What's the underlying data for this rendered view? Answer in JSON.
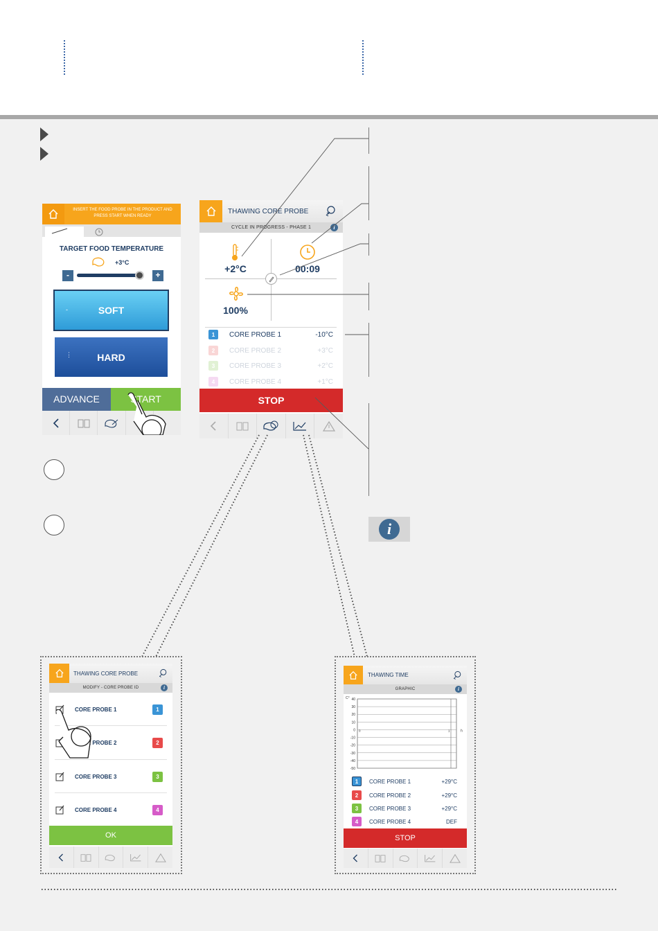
{
  "colors": {
    "orange": "#f7a51c",
    "blue_dark": "#1f3d63",
    "stop_red": "#d42a2a",
    "start_green": "#7cc242",
    "advance_blue": "#4f6d99",
    "probe1": "#3a94d6",
    "probe2": "#e84a4a",
    "probe3": "#7cc242",
    "probe4": "#d65bc8"
  },
  "screen_a": {
    "banner": "INSERT THE FOOD PROBE IN THE PRODUCT AND PRESS START WHEN READY",
    "target_title": "TARGET  FOOD TEMPERATURE",
    "target_value": "+3°C",
    "minus": "-",
    "plus": "+",
    "soft_label": "SOFT",
    "hard_label": "HARD",
    "advance_label": "ADVANCE",
    "start_label": "START",
    "slider_level": 0.95
  },
  "screen_b": {
    "title": "THAWING CORE PROBE",
    "subtitle": "CYCLE IN PROGRESS - PHASE 1",
    "temp": "+2°C",
    "time": "00:09",
    "fan": "100%",
    "probes": [
      {
        "num": "1",
        "label": "CORE PROBE 1",
        "value": "-10°C"
      },
      {
        "num": "2",
        "label": "CORE PROBE 2",
        "value": "+3°C"
      },
      {
        "num": "3",
        "label": "CORE PROBE 3",
        "value": "+2°C"
      },
      {
        "num": "4",
        "label": "CORE PROBE 4",
        "value": "+1°C"
      }
    ],
    "stop_label": "STOP"
  },
  "info_icon": "i",
  "screen_c": {
    "title": "THAWING CORE PROBE",
    "subtitle": "MODIFY - CORE PROBE ID",
    "probes": [
      {
        "num": "1",
        "label": "CORE PROBE 1"
      },
      {
        "num": "2",
        "label": "CORE PROBE 2"
      },
      {
        "num": "3",
        "label": "CORE PROBE 3"
      },
      {
        "num": "4",
        "label": "CORE PROBE 4"
      }
    ],
    "ok_label": "OK"
  },
  "screen_d": {
    "title": "THAWING TIME",
    "subtitle": "GRAPHIC",
    "probes": [
      {
        "num": "1",
        "label": "CORE PROBE 1",
        "value": "+29°C"
      },
      {
        "num": "2",
        "label": "CORE PROBE 2",
        "value": "+29°C"
      },
      {
        "num": "3",
        "label": "CORE PROBE 3",
        "value": "+29°C"
      },
      {
        "num": "4",
        "label": "CORE PROBE 4",
        "value": "DEF"
      }
    ],
    "stop_label": "STOP"
  },
  "chart_data": {
    "type": "line",
    "ylabel": "C°",
    "xlabel": "h",
    "y_ticks": [
      "40",
      "30",
      "20",
      "10",
      "0",
      "-10",
      "-20",
      "-30",
      "-40",
      "-50"
    ],
    "x_ticks": [
      "0",
      "1"
    ],
    "ylim": [
      -50,
      40
    ],
    "grid": true,
    "series": []
  }
}
